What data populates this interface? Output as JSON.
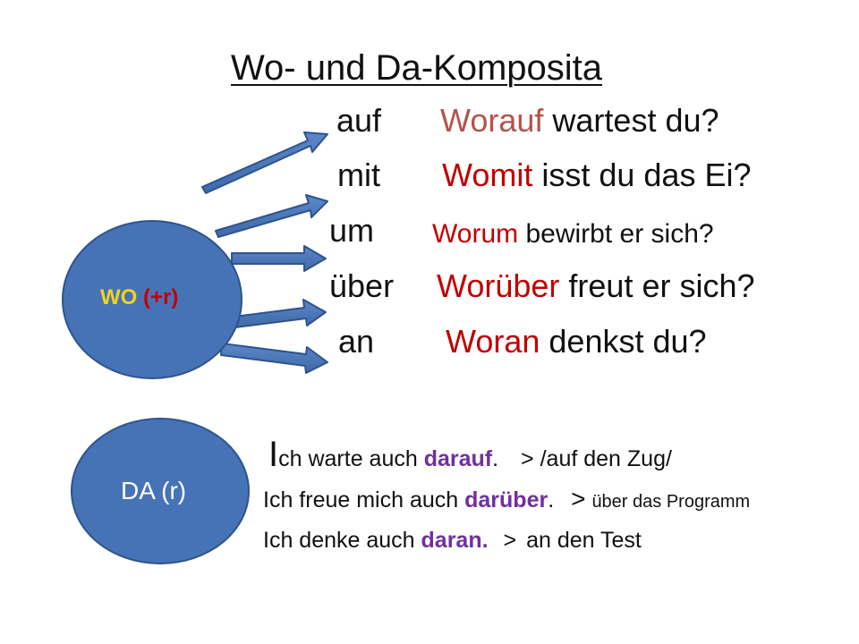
{
  "title": "Wo- und Da-Komposita",
  "wo_circle": {
    "prefix": "WO",
    "suffix": "(+r)"
  },
  "da_circle": {
    "label": "DA (r)"
  },
  "wo_rows": [
    {
      "prep": "auf",
      "wo_word": "Worauf",
      "rest": "wartest du?"
    },
    {
      "prep": "mit",
      "wo_word": "Womit",
      "rest": "isst du das Ei?"
    },
    {
      "prep": "um",
      "wo_word": "Worum",
      "rest": "bewirbt er sich?"
    },
    {
      "prep": "über",
      "wo_word": "Worüber",
      "rest": "freut er sich?"
    },
    {
      "prep": "an",
      "wo_word": "Woran",
      "rest": "denkst du?"
    }
  ],
  "da_lines": [
    {
      "first_letter": "I",
      "pre": "ch warte auch ",
      "da_word": "darauf",
      "post": ".",
      "arrow": ">",
      "note": "/auf den Zug/"
    },
    {
      "first_letter": "",
      "pre": "Ich freue mich auch ",
      "da_word": "darüber",
      "post": ".",
      "arrow": ">",
      "note": "über das Programm"
    },
    {
      "first_letter": "",
      "pre": "Ich denke auch ",
      "da_word": "daran.",
      "post": "",
      "arrow": ">",
      "note": "an den Test"
    }
  ],
  "colors": {
    "circle_fill": "#4673b6",
    "wo_red": "#c00000",
    "wo_yellow": "#f2d21c",
    "da_purple": "#7030a0"
  }
}
